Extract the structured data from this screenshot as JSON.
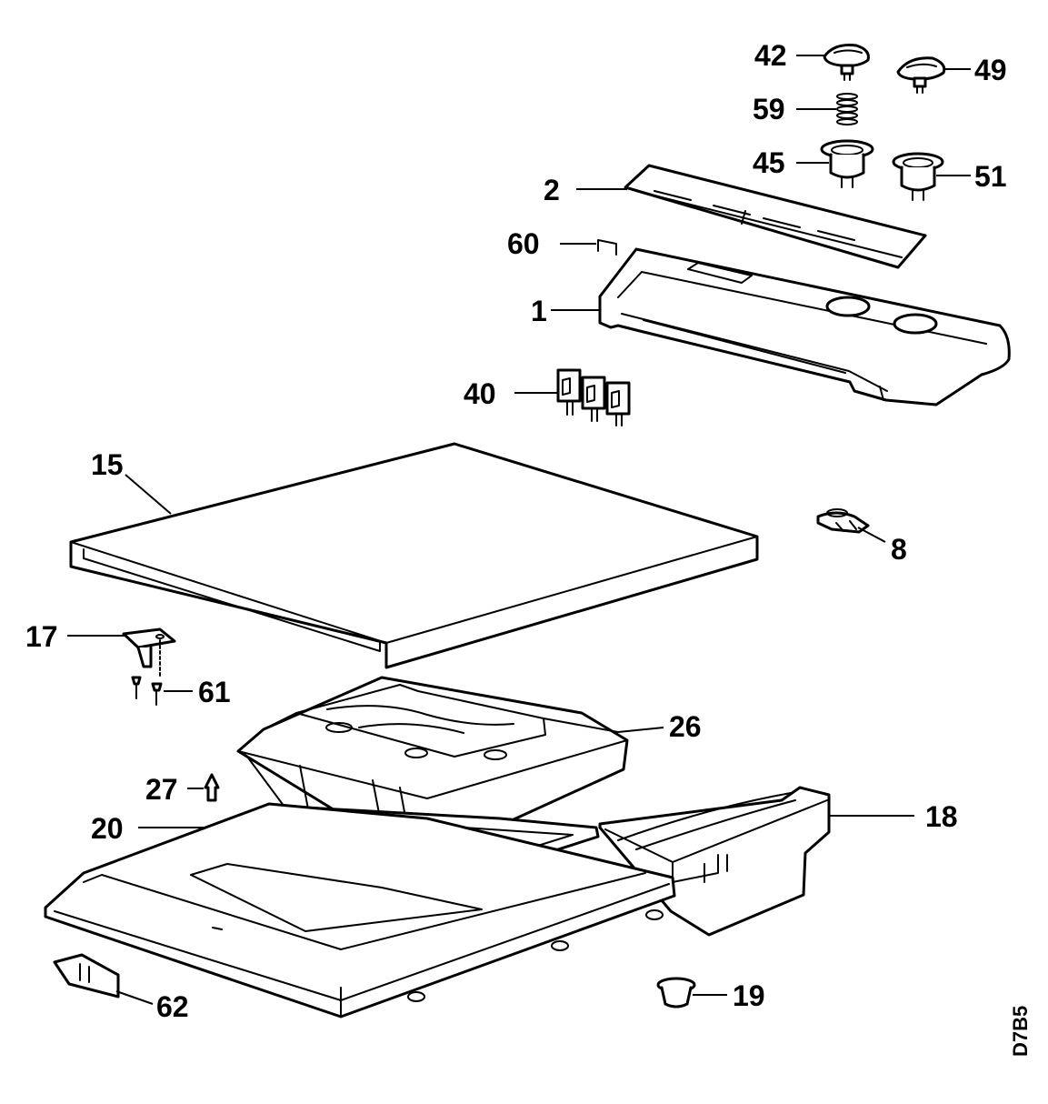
{
  "diagram": {
    "drawing_code": "D7B5",
    "callouts": {
      "p42": "42",
      "p49": "49",
      "p59": "59",
      "p45": "45",
      "p51": "51",
      "p2": "2",
      "p60": "60",
      "p1": "1",
      "p40": "40",
      "p15": "15",
      "p8": "8",
      "p17": "17",
      "p61": "61",
      "p26": "26",
      "p27": "27",
      "p18": "18",
      "p20": "20",
      "p62": "62",
      "p19": "19"
    }
  }
}
